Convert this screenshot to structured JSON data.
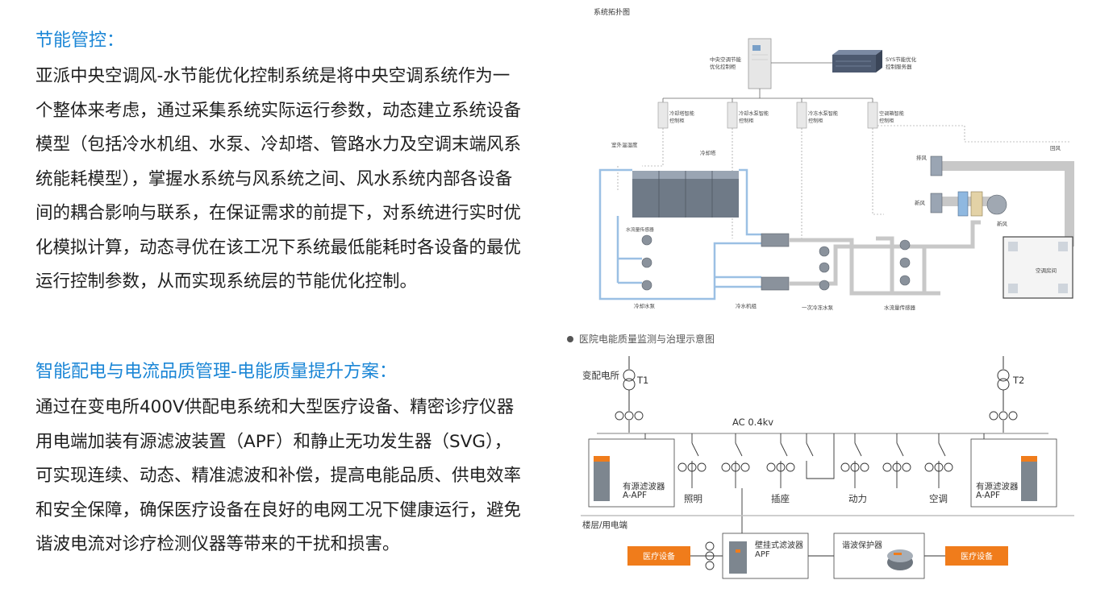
{
  "section1": {
    "title": "节能管控：",
    "lines": [
      "亚派中央空调风-水节能优化控制系统是将中央空调系统作为一",
      "个整体来考虑，通过采集系统实际运行参数，动态建立系统设备",
      "模型（包括冷水机组、水泵、冷却塔、管路水力及空调末端风系",
      "统能耗模型），掌握水系统与风系统之间、风水系统内部各设备",
      "间的耦合影响与联系，在保证需求的前提下，对系统进行实时优",
      "化模拟计算，动态寻优在该工况下系统最低能耗时各设备的最优",
      "运行控制参数，从而实现系统层的节能优化控制。"
    ]
  },
  "section2": {
    "title": "智能配电与电流品质管理-电能质量提升方案：",
    "lines": [
      "通过在变电所400V供配电系统和大型医疗设备、精密诊疗仪器",
      "用电端加装有源滤波装置（APF）和静止无功发生器（SVG），",
      "可实现连续、动态、精准滤波和补偿，提高电能品质、供电效率",
      "和安全保障，确保医疗设备在良好的电网工况下健康运行，避免",
      "谐波电流对诊疗检测仪器等带来的干扰和损害。"
    ]
  },
  "topology": {
    "title": "系统拓扑图",
    "main_cabinet": "中央空调节能优化控制柜",
    "server": "SYS节能优化控制服务器",
    "sub_cabinets": [
      "冷却塔智能控制柜",
      "冷却水泵智能控制柜",
      "冷冻水泵智能控制柜",
      "空调箱智能控制柜"
    ],
    "outdoor_sensor": "室外温湿度",
    "cooling_tower": "冷却塔",
    "flow_sensor_left": "水流量传感器",
    "cooling_pump": "冷却水泵",
    "chiller": "冷水机组",
    "primary_pump": "一次冷冻水泵",
    "flow_sensor_right": "水流量传感器",
    "exhaust": "排风",
    "fresh_air_1": "新风",
    "fresh_air_2": "新风",
    "return_air": "回风",
    "room": "空调房间"
  },
  "power": {
    "title": "医院电能质量监测与治理示意图",
    "substation": "变配电所",
    "t1": "T1",
    "t2": "T2",
    "bus": "AC 0.4kv",
    "apf_left_1": "有源滤波器",
    "apf_left_2": "A-APF",
    "apf_right_1": "有源滤波器",
    "apf_right_2": "A-APF",
    "loads": [
      "照明",
      "插座",
      "动力",
      "空调"
    ],
    "floor": "楼层/用电端",
    "medical_left": "医疗设备",
    "wall_apf_1": "壁挂式滤波器",
    "wall_apf_2": "APF",
    "harmonic_protector": "谐波保护器",
    "medical_right": "医疗设备",
    "colors": {
      "orange": "#f07c1b",
      "gray": "#bfbfbf",
      "blue": "#8fb8e0"
    }
  }
}
